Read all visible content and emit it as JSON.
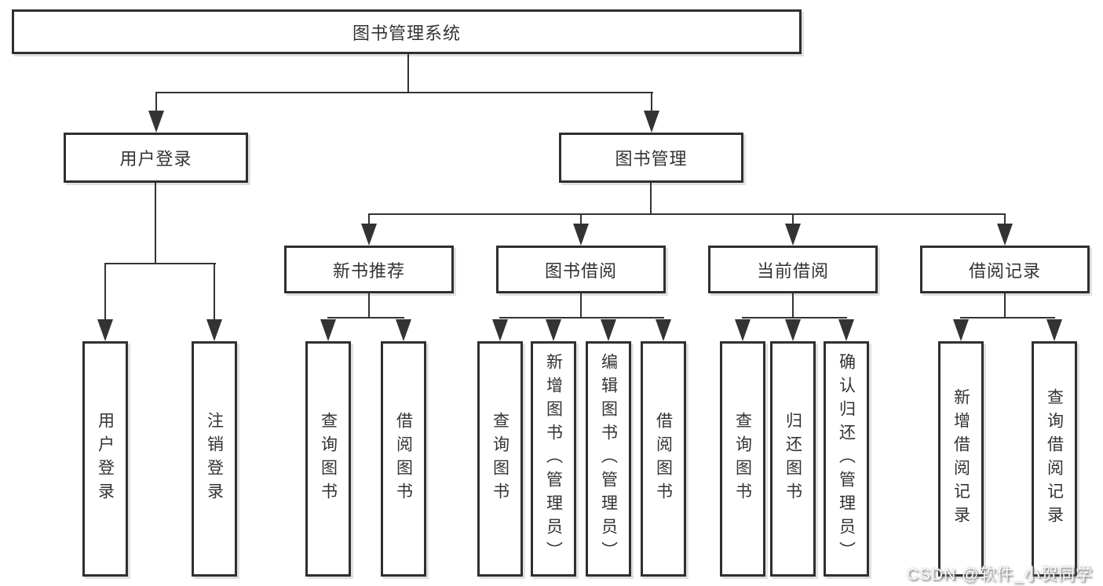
{
  "colors": {
    "line": "#333333",
    "border": "#2f2f2f",
    "text": "#333333",
    "background": "#ffffff"
  },
  "watermark": {
    "text": "CSDN @软件_小贺同学"
  },
  "tree": {
    "label": "图书管理系统",
    "children": [
      {
        "label": "用户登录",
        "children": [
          {
            "label": "用户登录"
          },
          {
            "label": "注销登录"
          }
        ]
      },
      {
        "label": "图书管理",
        "children": [
          {
            "label": "新书推荐",
            "children": [
              {
                "label": "查询图书"
              },
              {
                "label": "借阅图书"
              }
            ]
          },
          {
            "label": "图书借阅",
            "children": [
              {
                "label": "查询图书"
              },
              {
                "label": "新增图书（管理员）"
              },
              {
                "label": "编辑图书（管理员）"
              },
              {
                "label": "借阅图书"
              }
            ]
          },
          {
            "label": "当前借阅",
            "children": [
              {
                "label": "查询图书"
              },
              {
                "label": "归还图书"
              },
              {
                "label": "确认归还（管理员）"
              }
            ]
          },
          {
            "label": "借阅记录",
            "children": [
              {
                "label": "新增借阅记录"
              },
              {
                "label": "查询借阅记录"
              }
            ]
          }
        ]
      }
    ]
  }
}
